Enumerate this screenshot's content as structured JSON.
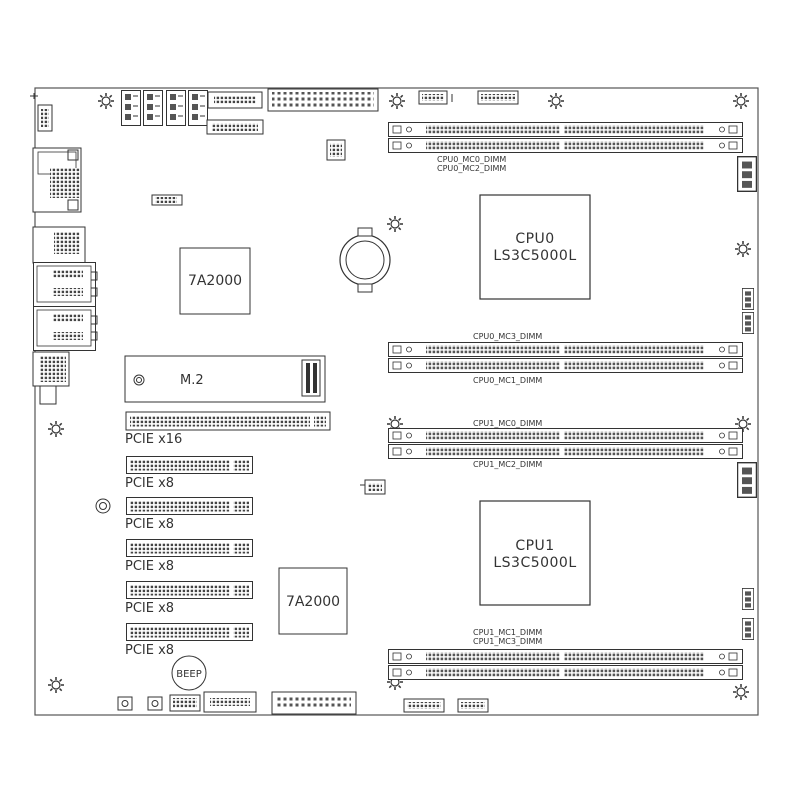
{
  "board": {
    "chips": {
      "bridge_top": "7A2000",
      "bridge_bottom": "7A2000"
    },
    "cpus": [
      {
        "name": "CPU0",
        "model": "LS3C5000L"
      },
      {
        "name": "CPU1",
        "model": "LS3C5000L"
      }
    ],
    "dimm_labels": {
      "cpu0_mc0": "CPU0_MC0_DIMM",
      "cpu0_mc2": "CPU0_MC2_DIMM",
      "cpu0_mc3": "CPU0_MC3_DIMM",
      "cpu0_mc1": "CPU0_MC1_DIMM",
      "cpu1_mc0": "CPU1_MC0_DIMM",
      "cpu1_mc2": "CPU1_MC2_DIMM",
      "cpu1_mc1": "CPU1_MC1_DIMM",
      "cpu1_mc3": "CPU1_MC3_DIMM"
    },
    "m2_label": "M.2",
    "pcie_slots": [
      "PCIE x16",
      "PCIE x8",
      "PCIE x8",
      "PCIE x8",
      "PCIE x8",
      "PCIE x8"
    ],
    "beep_label": "BEEP"
  }
}
